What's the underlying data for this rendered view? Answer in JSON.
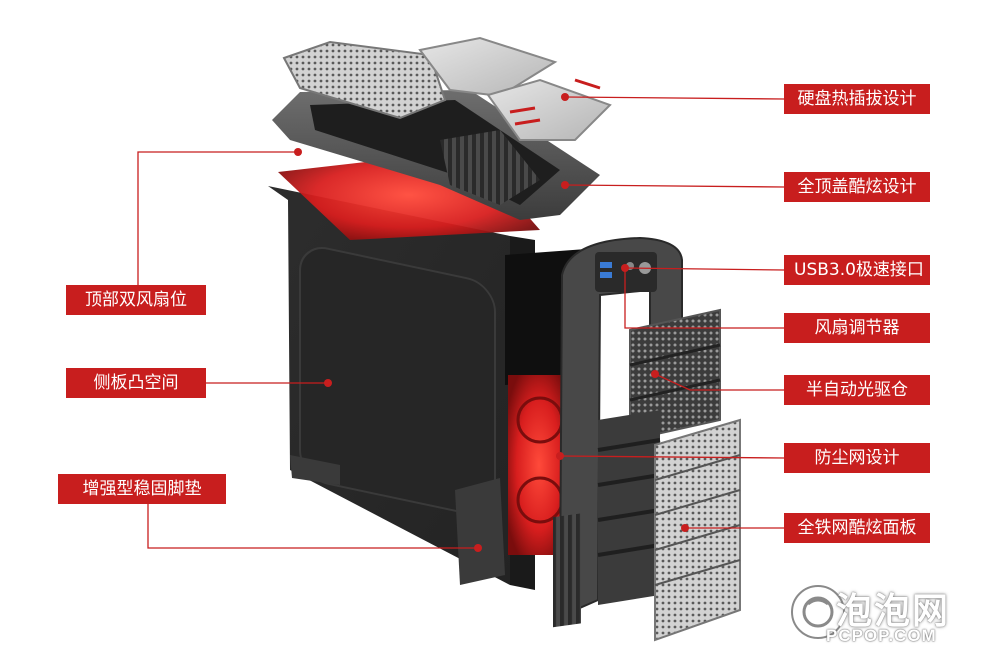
{
  "colors": {
    "accent": "#c81e1e",
    "case_body": "#2b2b2b",
    "fan_glow": "#e32222",
    "background": "#ffffff"
  },
  "callouts": {
    "hdd_hotswap": "硬盘热插拔设计",
    "full_top_cover": "全顶盖酷炫设计",
    "usb30_port": "USB3.0极速接口",
    "fan_controller": "风扇调节器",
    "optical_bay": "半自动光驱仓",
    "dust_filter": "防尘网设计",
    "mesh_front_panel": "全铁网酷炫面板",
    "top_dual_fan": "顶部双风扇位",
    "side_panel_bulge": "侧板凸空间",
    "reinforced_feet": "增强型稳固脚垫"
  },
  "watermark": {
    "chinese": "泡泡网",
    "english": "PCPOP.COM"
  }
}
